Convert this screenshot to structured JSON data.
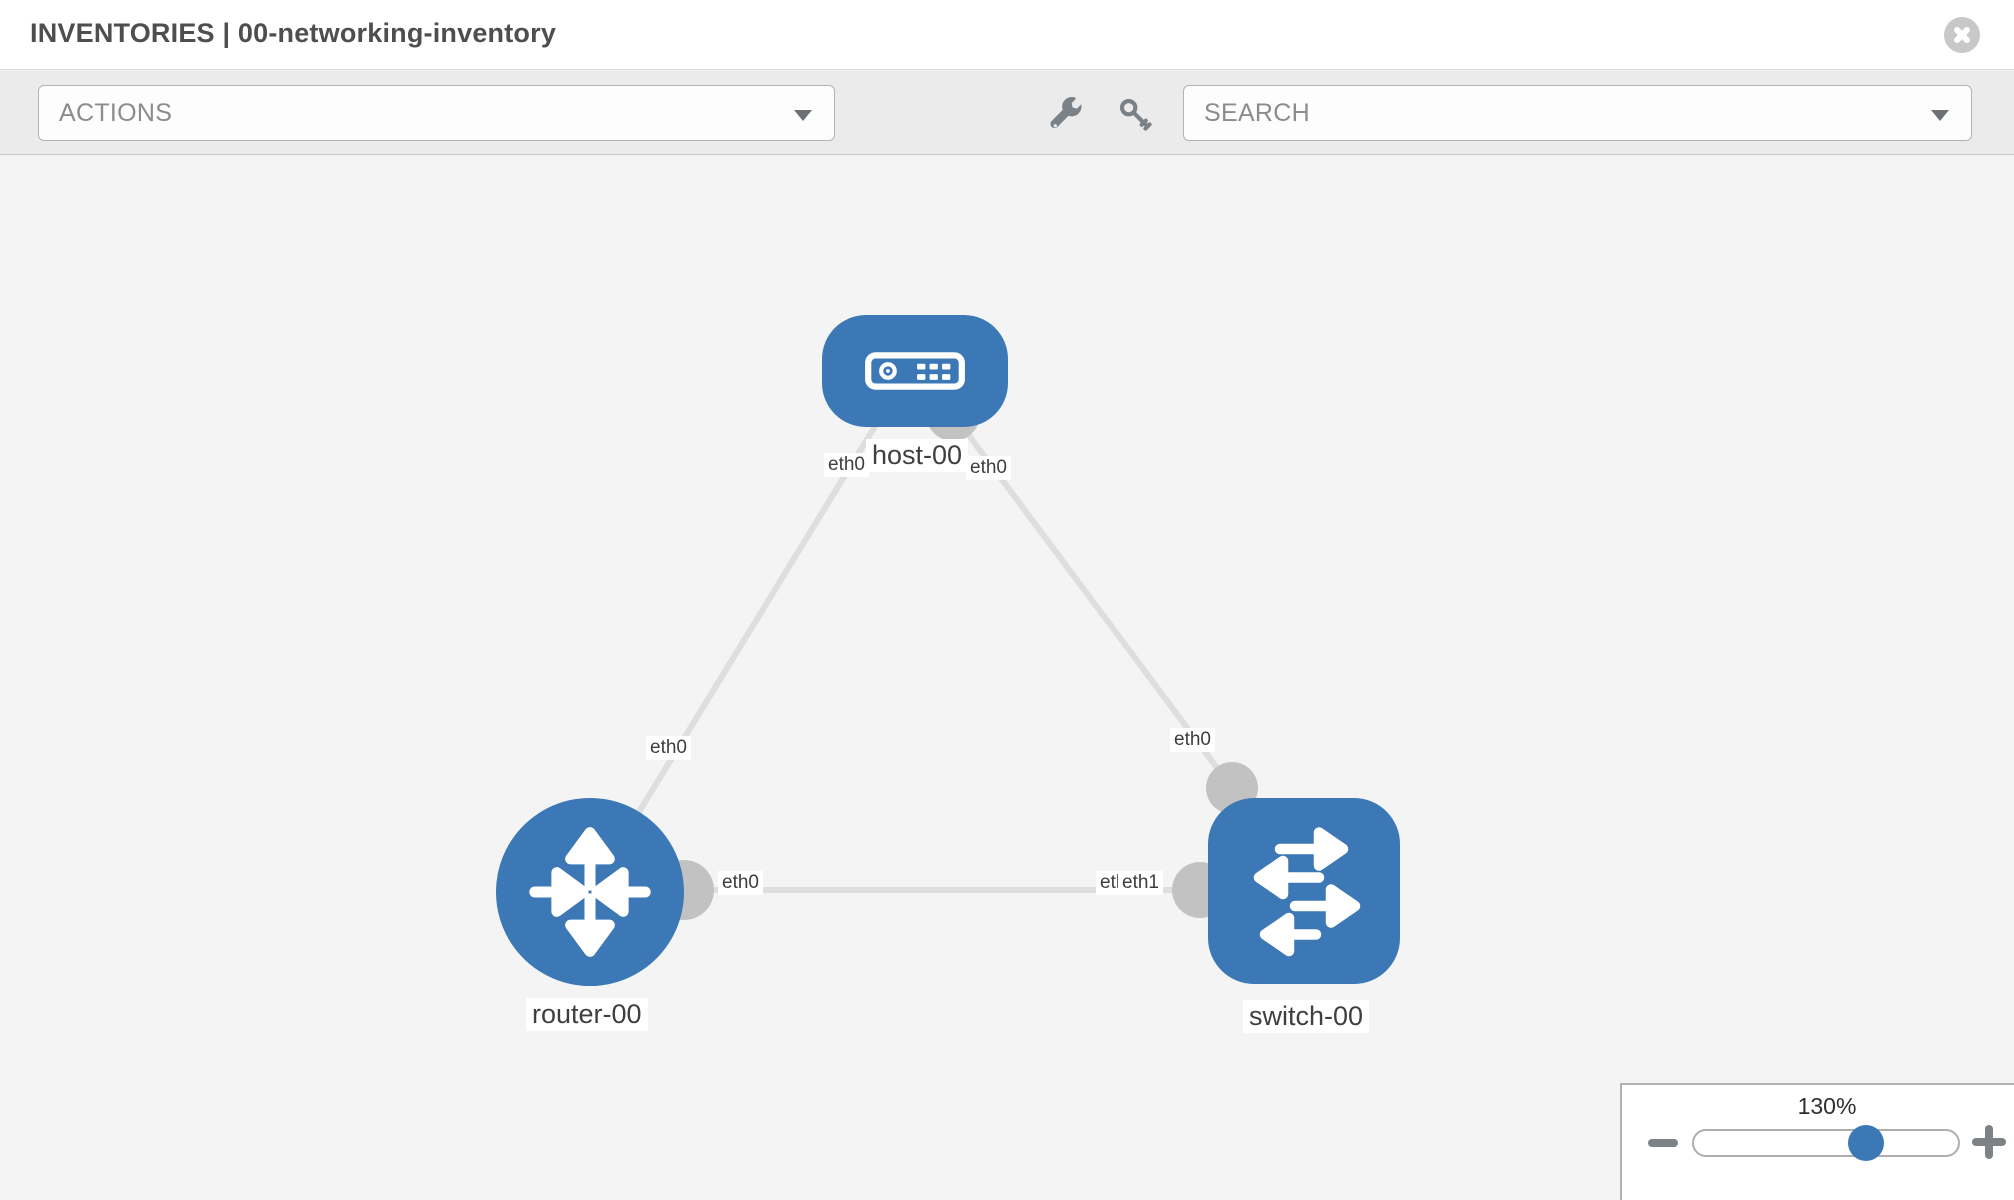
{
  "header": {
    "title": "INVENTORIES | 00-networking-inventory"
  },
  "toolbar": {
    "actions_label": "ACTIONS",
    "search_placeholder": "SEARCH",
    "icons": [
      "wrench-icon",
      "key-icon"
    ]
  },
  "topology": {
    "nodes": [
      {
        "id": "host-00",
        "label": "host-00",
        "type": "host"
      },
      {
        "id": "router-00",
        "label": "router-00",
        "type": "router"
      },
      {
        "id": "switch-00",
        "label": "switch-00",
        "type": "switch"
      }
    ],
    "links": [
      {
        "from": "router-00",
        "from_interface": "eth0",
        "to": "host-00",
        "to_interface": "eth0"
      },
      {
        "from": "switch-00",
        "from_interface": "eth0",
        "to": "host-00",
        "to_interface": "eth0"
      },
      {
        "from": "router-00",
        "from_interface": "eth0",
        "to": "switch-00",
        "to_interface": "eth1"
      }
    ],
    "interface_labels": {
      "host_left": "eth0",
      "host_right": "eth0",
      "router_host_link": "eth0",
      "switch_host_link": "eth0",
      "router_switch_near_router": "eth0",
      "router_switch_near_switch_back": "eth0",
      "router_switch_near_switch_front": "eth1"
    }
  },
  "zoom_control": {
    "level": "130%"
  },
  "colors": {
    "node_blue": "#3b78b5",
    "link_gray": "#dedede",
    "interface_bubble_gray": "#c2c2c2",
    "canvas_background": "#f4f4f5",
    "toolbar_background": "#ebebeb"
  }
}
